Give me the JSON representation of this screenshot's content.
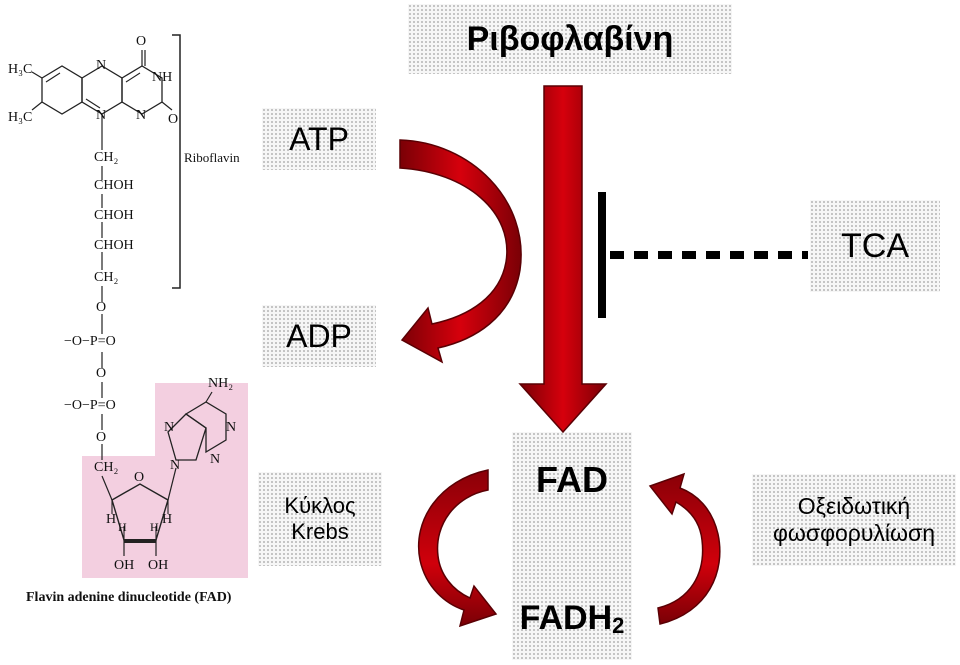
{
  "colors": {
    "arrow_red": "#c0000a",
    "arrow_dark": "#6b0005",
    "pink_highlight": "#f3cfe0"
  },
  "structure": {
    "caption": "Flavin adenine dinucleotide (FAD)",
    "bracket_label": "Riboflavin",
    "ch3_top": "H₃C",
    "ch3_bottom": "H₃C",
    "o_top": "O",
    "nh": "NH",
    "o_right": "O",
    "n1": "N",
    "n2": "N",
    "n3": "N",
    "ch2_a": "CH₂",
    "choh_1": "CHOH",
    "choh_2": "CHOH",
    "choh_3": "CHOH",
    "ch2_b": "CH₂",
    "o_link1": "O",
    "phos1": "−O−P=O",
    "o_link2": "O",
    "phos2": "−O−P=O",
    "o_link3": "O",
    "ch2_c": "CH₂",
    "nh2": "NH₂",
    "ad_n1": "N",
    "ad_n2": "N",
    "ad_n3": "N",
    "ad_n4": "N",
    "ring_o": "O",
    "h1": "H",
    "h2": "H",
    "h3": "H",
    "h4": "H",
    "oh1": "OH",
    "oh2": "OH"
  },
  "labels": {
    "riboflavin": "Ριβοφλαβίνη",
    "atp": "ATP",
    "adp": "ADP",
    "tca": "TCA",
    "fad": "FAD",
    "fadh2_base": "FADH",
    "fadh2_sub": "2",
    "krebs_line1": "Κύκλος",
    "krebs_line2": "Krebs",
    "oxphos_line1": "Οξειδωτική",
    "oxphos_line2": "φωσφορυλίωση"
  }
}
